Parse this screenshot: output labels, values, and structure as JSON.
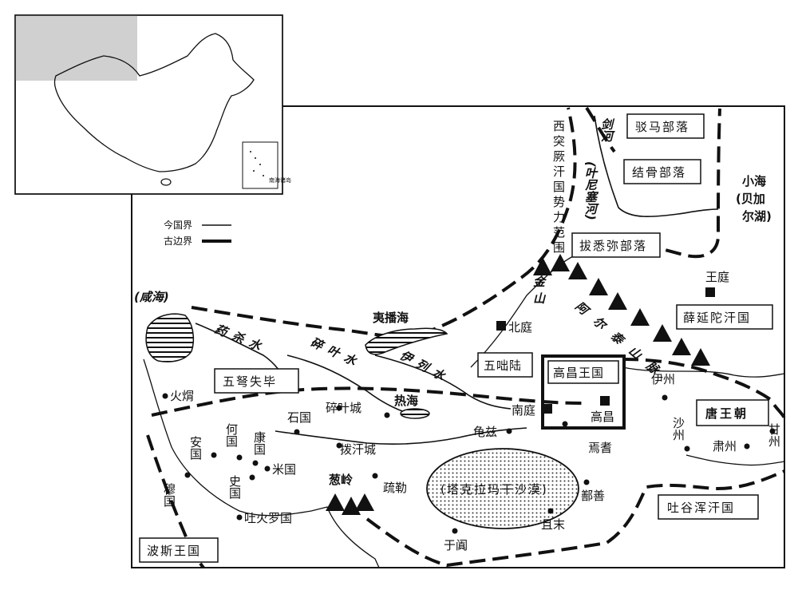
{
  "legend": {
    "modern_border": "今国界",
    "ancient_border": "古边界"
  },
  "inset": {
    "south_sea_label": "南海诸岛"
  },
  "regions": {
    "xitujue": "西突厥汗国势力范围",
    "boma": "驳马部落",
    "jiegu": "结骨部落",
    "baximi": "拔悉弥部落",
    "xueyantuo": "薛延陀汗国",
    "gaochang_kingdom": "高昌王国",
    "tang": "唐王朝",
    "tuyuhun": "吐谷浑汗国",
    "persia": "波斯王国",
    "wunushibi": "五弩失毕",
    "wuduolu": "五咄陆",
    "taklamakan": "(塔克拉玛干沙漠)"
  },
  "waters": {
    "xianhai": "(咸海)",
    "yibohai": "夷播海",
    "rehai": "热海",
    "xiaohai_1": "小海",
    "xiaohai_2": "(贝加",
    "xiaohai_3": "尔湖)",
    "yaoshashui": "药杀水",
    "suiyeshui": "碎叶水",
    "yilieshui": "伊列水",
    "jianhe": "剑河",
    "yenisei": "(叶尼塞河)"
  },
  "mountains": {
    "jinshan": "金山",
    "aertai": "阿尔泰山脉",
    "congling": "葱岭"
  },
  "places": {
    "wangting": "王庭",
    "beiting": "北庭",
    "nanting": "南庭",
    "gaochang": "高昌",
    "yizhou": "伊州",
    "shazhou": "沙州",
    "suzhou": "肃州",
    "ganzhou": "甘州",
    "qiuci": "龟兹",
    "yanqi": "焉耆",
    "shanshan": "鄯善",
    "qiemo": "且末",
    "yutian": "于阗",
    "shule": "疏勒",
    "bohancheng": "拨汗城",
    "suiyecheng": "碎叶城",
    "shiguo": "石国",
    "kangguo": "康国",
    "heguo": "何国",
    "anguo": "安国",
    "miguo": "米国",
    "shiguo2": "史国",
    "muguo": "穆国",
    "huoxun": "火焨",
    "tuhuoluo": "吐火罗国"
  }
}
